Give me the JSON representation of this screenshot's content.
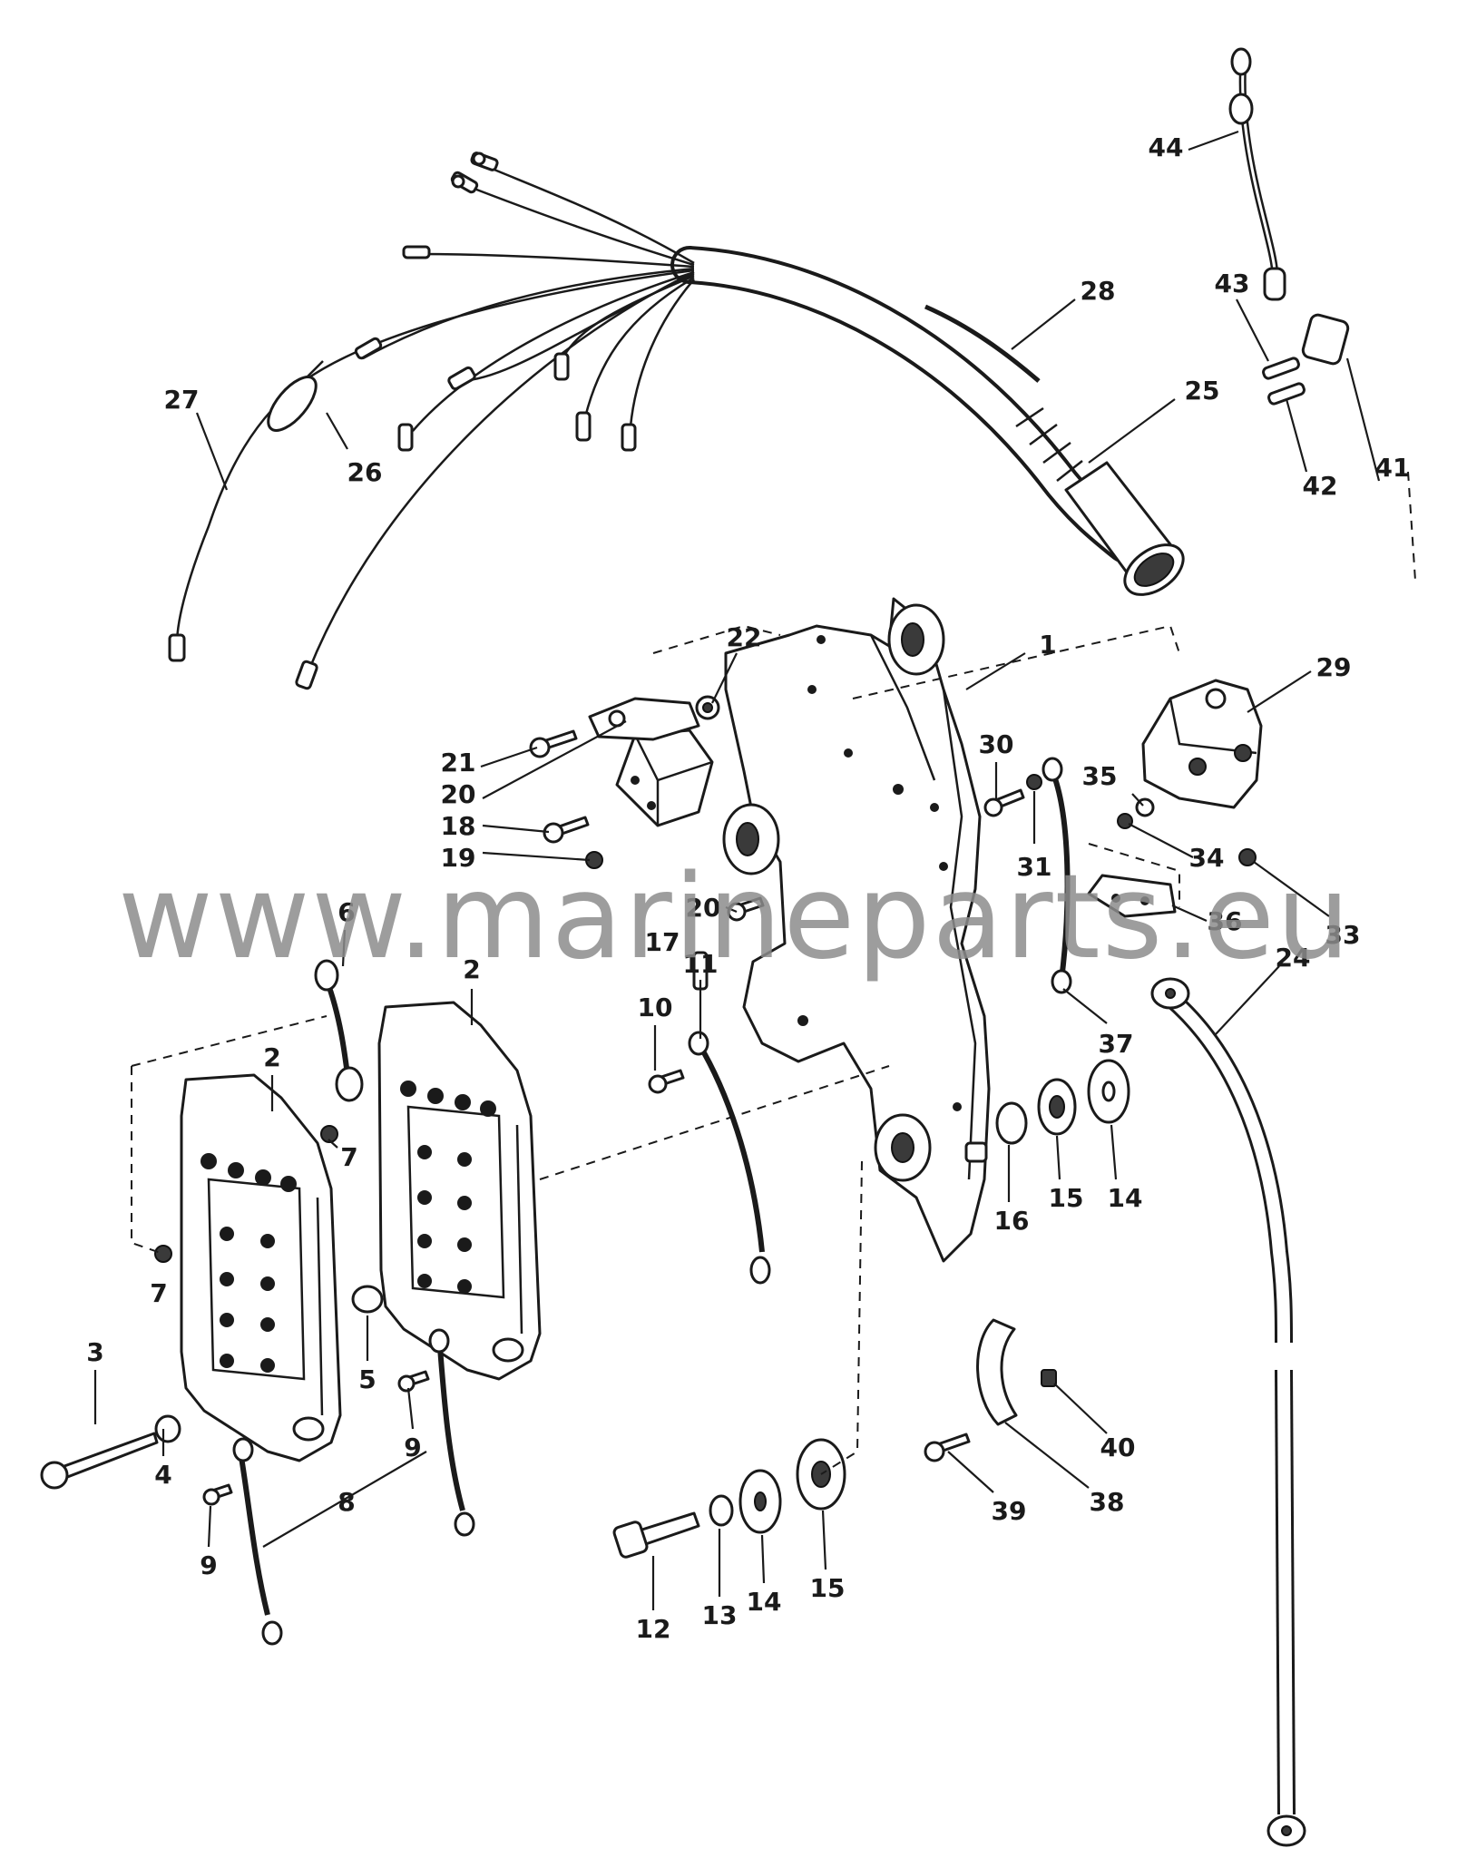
{
  "watermark": "www.marineparts.eu",
  "callouts": [
    "1",
    "2",
    "2",
    "3",
    "4",
    "5",
    "6",
    "7",
    "7",
    "8",
    "9",
    "9",
    "10",
    "11",
    "12",
    "13",
    "14",
    "14",
    "15",
    "15",
    "16",
    "17",
    "18",
    "19",
    "20",
    "20",
    "21",
    "22",
    "24",
    "25",
    "26",
    "27",
    "28",
    "29",
    "30",
    "31",
    "33",
    "34",
    "35",
    "36",
    "37",
    "38",
    "39",
    "40",
    "41",
    "42",
    "43",
    "44"
  ]
}
